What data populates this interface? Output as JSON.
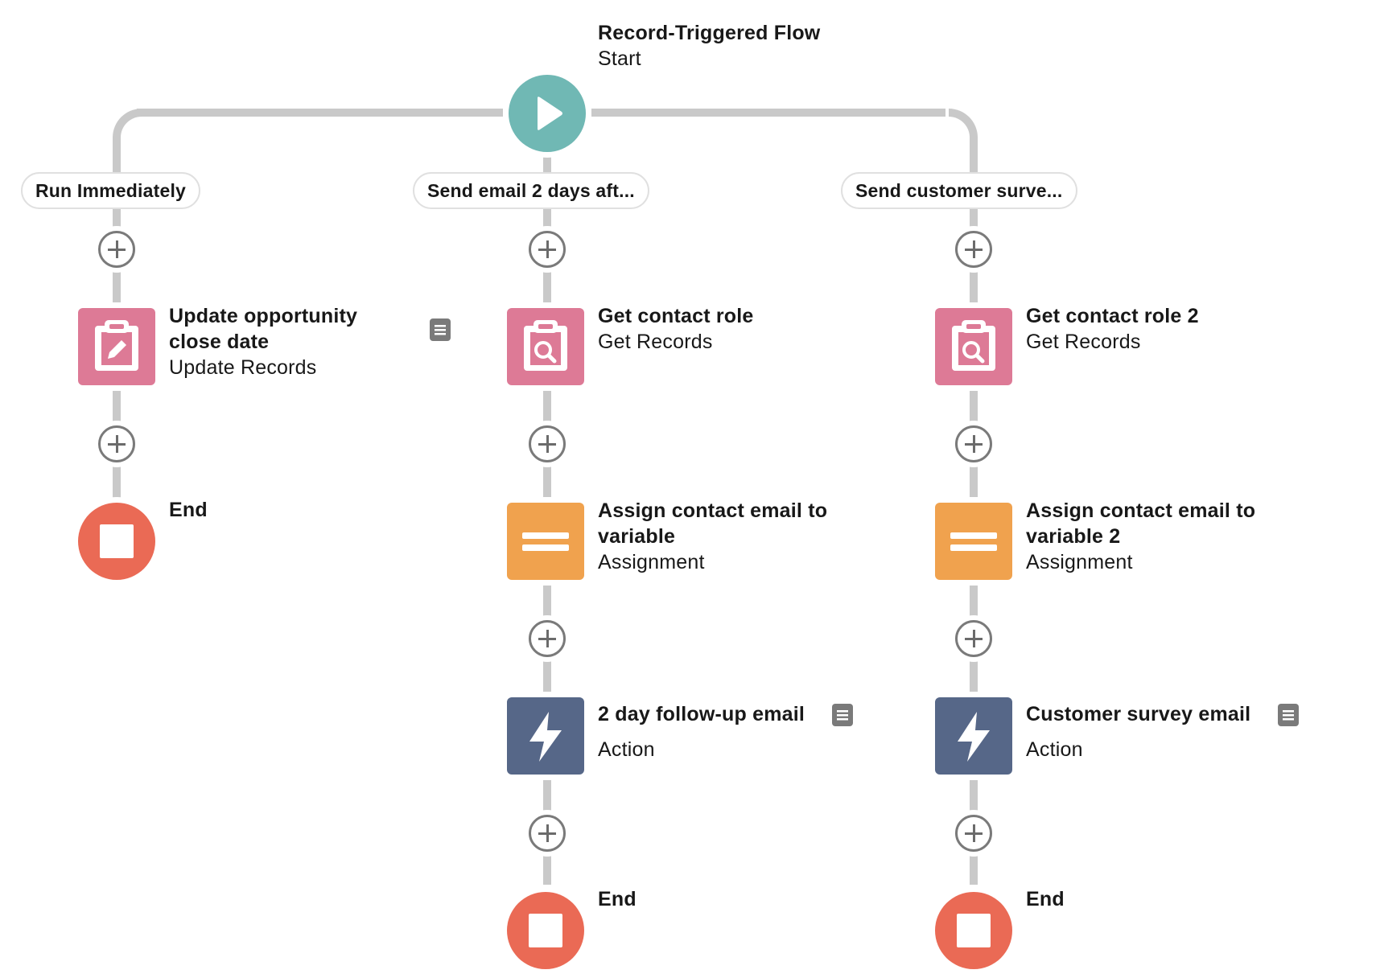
{
  "start": {
    "title": "Record-Triggered Flow",
    "subtitle": "Start",
    "icon": "play-icon",
    "color": "#70b8b4"
  },
  "paths": [
    {
      "label": "Run Immediately",
      "elements": [
        {
          "title": "Update opportunity close date",
          "title_lines": [
            "Update opportunity",
            "close date"
          ],
          "type": "Update Records",
          "icon": "clipboard-edit-icon",
          "color": "#dd7a96",
          "has_description": true
        }
      ],
      "end_label": "End"
    },
    {
      "label": "Send email 2 days aft...",
      "elements": [
        {
          "title": "Get contact role",
          "title_lines": [
            "Get contact role"
          ],
          "type": "Get Records",
          "icon": "clipboard-search-icon",
          "color": "#dd7a96",
          "has_description": false
        },
        {
          "title": "Assign contact email to variable",
          "title_lines": [
            "Assign contact email to",
            "variable"
          ],
          "type": "Assignment",
          "icon": "equals-icon",
          "color": "#f0a24e",
          "has_description": false
        },
        {
          "title": "2 day follow-up email",
          "title_lines": [
            "2 day follow-up email"
          ],
          "type": "Action",
          "icon": "lightning-bolt-icon",
          "color": "#566788",
          "has_description": true
        }
      ],
      "end_label": "End"
    },
    {
      "label": "Send customer surve...",
      "elements": [
        {
          "title": "Get contact role 2",
          "title_lines": [
            "Get contact role 2"
          ],
          "type": "Get Records",
          "icon": "clipboard-search-icon",
          "color": "#dd7a96",
          "has_description": false
        },
        {
          "title": "Assign contact email to variable 2",
          "title_lines": [
            "Assign contact email to",
            "variable 2"
          ],
          "type": "Assignment",
          "icon": "equals-icon",
          "color": "#f0a24e",
          "has_description": false
        },
        {
          "title": "Customer survey email",
          "title_lines": [
            "Customer survey email"
          ],
          "type": "Action",
          "icon": "lightning-bolt-icon",
          "color": "#566788",
          "has_description": true
        }
      ],
      "end_label": "End"
    }
  ],
  "colors": {
    "connector": "#c9c9c9",
    "end": "#ea6a55"
  }
}
